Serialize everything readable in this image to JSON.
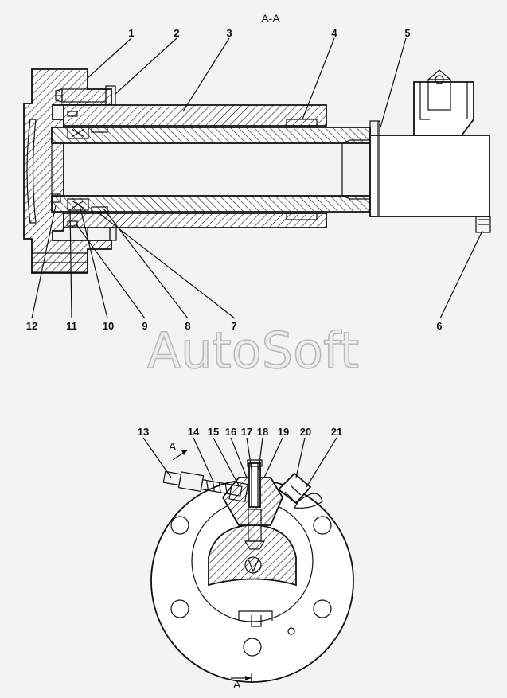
{
  "section_title": "А-А",
  "watermark": "AutoSoft",
  "view_markers": [
    "А",
    "А"
  ],
  "top_labels": [
    "1",
    "2",
    "3",
    "4",
    "5",
    "6",
    "7",
    "8",
    "9",
    "10",
    "11",
    "12"
  ],
  "bottom_labels": [
    "13",
    "14",
    "15",
    "16",
    "17",
    "18",
    "19",
    "20",
    "21"
  ],
  "colors": {
    "line": "#111111",
    "background": "#f3f3f3",
    "watermark": "#b9b9b9"
  }
}
